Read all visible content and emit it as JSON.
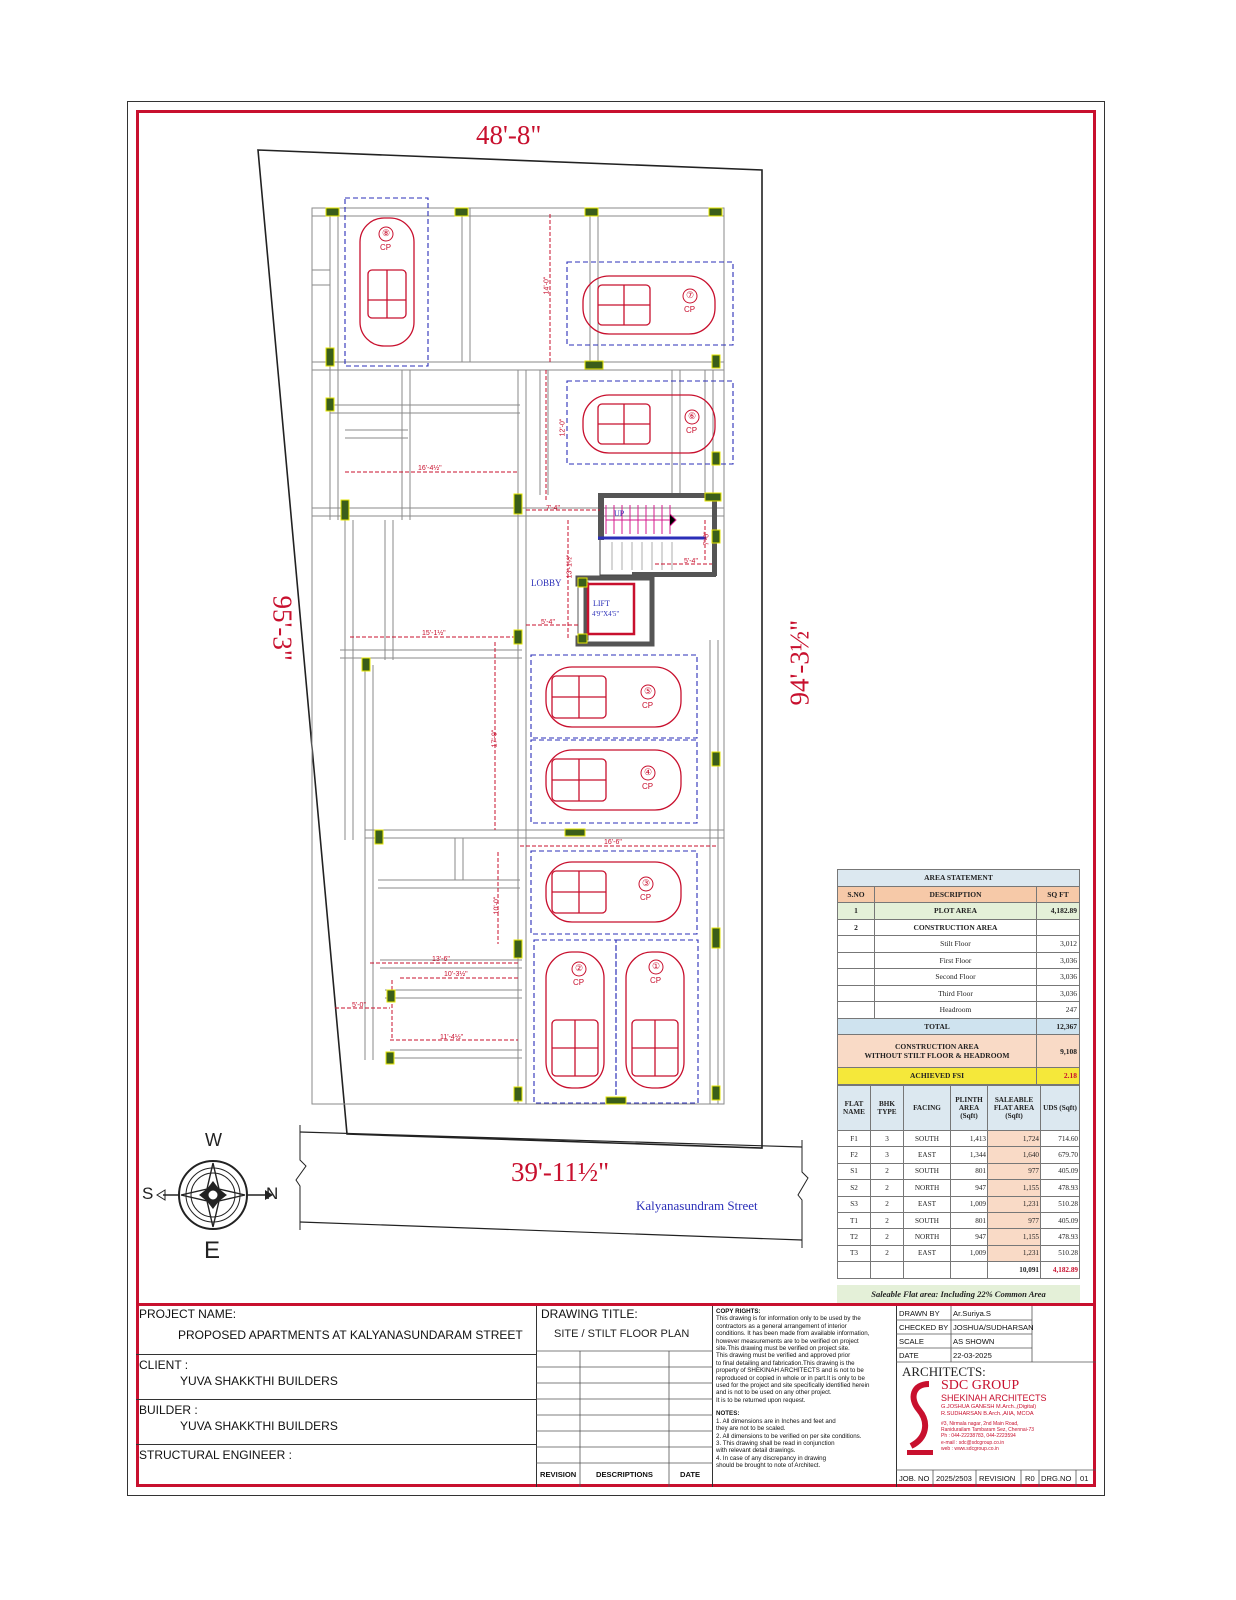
{
  "dimensions": {
    "top": "48'-8\"",
    "left": "95'-3\"",
    "right": "94'-3½\"",
    "bottom": "39'-11½\""
  },
  "street": "Kalyanasundram Street",
  "compass": {
    "n": "N",
    "s": "S",
    "e": "E",
    "w": "W"
  },
  "plan_labels": {
    "lobby": "LOBBY",
    "lift": "LIFT",
    "lift_size": "4'9\"X4'5\"",
    "up": "UP",
    "car_tag": "CP"
  },
  "cars": [
    "①",
    "②",
    "③",
    "④",
    "⑤",
    "⑥",
    "⑦",
    "⑧"
  ],
  "inner_dims": [
    "14'-0\"",
    "12'-0\"",
    "16'-4½\"",
    "7'-4\"",
    "13'-1½\"",
    "5'-4\"",
    "7'-6\"",
    "5'-4\"",
    "15'-1½\"",
    "17'-9\"",
    "16'-6\"",
    "10'-0\"",
    "13'-6\"",
    "10'-3½\"",
    "5'-0\"",
    "11'-4½\""
  ],
  "area_statement": {
    "title": "AREA STATEMENT",
    "headers": [
      "S.NO",
      "DESCRIPTION",
      "SQ FT"
    ],
    "plot": {
      "sno": "1",
      "desc": "PLOT AREA",
      "value": "4,182.89"
    },
    "construction": {
      "sno": "2",
      "desc": "CONSTRUCTION AREA"
    },
    "floors": [
      {
        "name": "Stilt Floor",
        "value": "3,012"
      },
      {
        "name": "First Floor",
        "value": "3,036"
      },
      {
        "name": "Second Floor",
        "value": "3,036"
      },
      {
        "name": "Third Floor",
        "value": "3,036"
      },
      {
        "name": "Headroom",
        "value": "247"
      }
    ],
    "total": {
      "label": "TOTAL",
      "value": "12,367"
    },
    "cons_excl": {
      "label1": "CONSTRUCTION AREA",
      "label2": "WITHOUT STILT FLOOR & HEADROOM",
      "value": "9,108"
    },
    "fsi": {
      "label": "ACHIEVED FSI",
      "value": "2.18"
    }
  },
  "flat_table": {
    "headers": [
      "FLAT NAME",
      "BHK TYPE",
      "FACING",
      "PLINTH AREA (Sqft)",
      "SALEABLE FLAT AREA (Sqft)",
      "UDS (Sqft)"
    ],
    "rows": [
      [
        "F1",
        "3",
        "SOUTH",
        "1,413",
        "1,724",
        "714.60"
      ],
      [
        "F2",
        "3",
        "EAST",
        "1,344",
        "1,640",
        "679.70"
      ],
      [
        "S1",
        "2",
        "SOUTH",
        "801",
        "977",
        "405.09"
      ],
      [
        "S2",
        "2",
        "NORTH",
        "947",
        "1,155",
        "478.93"
      ],
      [
        "S3",
        "2",
        "EAST",
        "1,009",
        "1,231",
        "510.28"
      ],
      [
        "T1",
        "2",
        "SOUTH",
        "801",
        "977",
        "405.09"
      ],
      [
        "T2",
        "2",
        "NORTH",
        "947",
        "1,155",
        "478.93"
      ],
      [
        "T3",
        "2",
        "EAST",
        "1,009",
        "1,231",
        "510.28"
      ]
    ],
    "total_saleable": "10,091",
    "total_uds": "4,182.89",
    "note": "Saleable Flat area:  Including 22% Common Area"
  },
  "title_block": {
    "project_label": "PROJECT NAME:",
    "project_name": "PROPOSED APARTMENTS AT KALYANASUNDARAM STREET",
    "client_label": "CLIENT :",
    "client": "YUVA SHAKKTHI BUILDERS",
    "builder_label": "BUILDER :",
    "builder": "YUVA SHAKKTHI BUILDERS",
    "struct_label": "STRUCTURAL ENGINEER :",
    "drawing_title_label": "DRAWING TITLE:",
    "drawing_title": "SITE / STILT FLOOR PLAN",
    "revision_headers": [
      "REVISION",
      "DESCRIPTIONS",
      "DATE"
    ],
    "copy_rights_title": "COPY RIGHTS:",
    "copy_rights_lines": [
      "This drawing is for information only to be used by the",
      "contractors as a general arrangement of interior",
      "conditions. It has been made from available information,",
      "however measurements are to be verified on project",
      "site.This drawing must be verified on project site.",
      "    This drawing must be verified and approved prior",
      "to final detailing and  fabrication.This drawing is the",
      "property of SHEKINAH ARCHITECTS and is not to be",
      "reproduced or copied in whole or in part.It is only to be",
      "used for the project and site specifically identified herein",
      "and is not to be used on any other project.",
      "It is to be returned upon request."
    ],
    "notes_title": "NOTES:",
    "notes_lines": [
      "1. All dimensions are in Inches and feet and",
      "    they are not to be scaled.",
      "2. All dimensions to be verified on per site conditions.",
      "3. This drawing shall be read in conjunction",
      "    with relevant detail drawings.",
      "4. In case of any discrepancy in drawing",
      "    should be brought to note of Architect."
    ],
    "drawn_by_label": "DRAWN BY",
    "drawn_by": "Ar.Suriya.S",
    "checked_by_label": "CHECKED BY",
    "checked_by": "JOSHUA/SUDHARSAN",
    "scale_label": "SCALE",
    "scale": "AS SHOWN",
    "date_label": "DATE",
    "date": "22-03-2025",
    "architects_label": "ARCHITECTS:",
    "firm": "SDC GROUP",
    "firm_sub": "SHEKINAH ARCHITECTS",
    "people": [
      "G.JOSHUA GANESH  M.Arch.,(Digital)",
      "R.SUDHARSAN  B.Arch.,AIIA, MCOA"
    ],
    "address": [
      "#3, Nirmala nagar, 2nd Main Road,",
      "Ranidurailam Tambaram Sez, Chennai-73",
      "Ph : 044-22238783, 044-2223594",
      "e-mail : sdc@sdcgroup.co.in",
      "web : www.sdcgroup.co.in"
    ],
    "job_no_label": "JOB. NO",
    "job_no": "2025/2503",
    "revision_label": "REVISION",
    "revision": "R0",
    "drg_no_label": "DRG.NO",
    "drg_no": "01"
  },
  "colors": {
    "red": "#c8102e",
    "blue": "#2b2fb8",
    "magenta": "#d61a8c",
    "green": "#3a5e1a",
    "yellow": "#f5e83a"
  }
}
